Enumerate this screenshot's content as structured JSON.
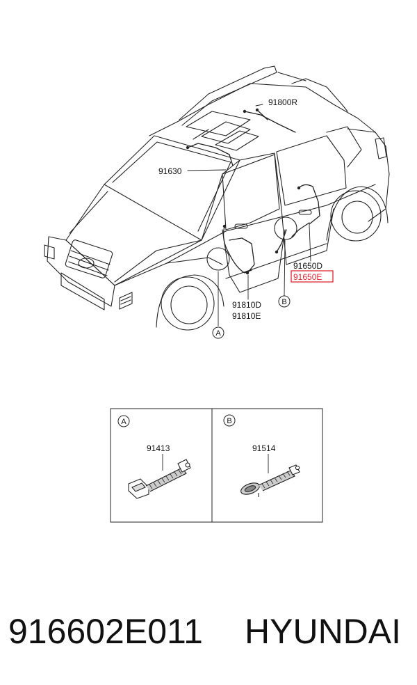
{
  "callouts": {
    "roof_harness": "91800R",
    "windshield_harness": "91630",
    "rear_door_d": "91650D",
    "rear_door_e": "91650E",
    "front_door_d": "91810D",
    "front_door_e": "91810E",
    "marker_a": "A",
    "marker_b": "B"
  },
  "highlighted_part": "91650E",
  "highlight_color": "#e0262f",
  "detail": {
    "panel_a": {
      "marker": "A",
      "part": "91413"
    },
    "panel_b": {
      "marker": "B",
      "part": "91514"
    }
  },
  "footer": {
    "part_number": "916602E011",
    "brand": "HYUNDAI"
  }
}
